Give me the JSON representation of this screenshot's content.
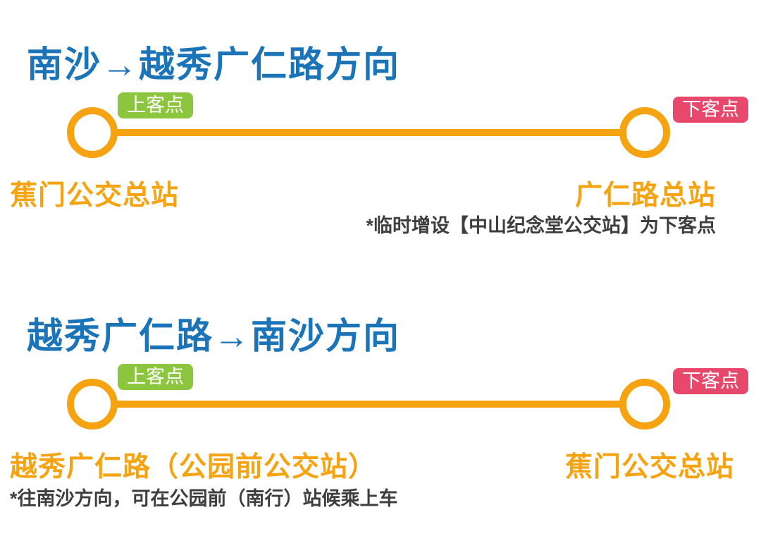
{
  "page": {
    "background": "#FFFFFF"
  },
  "colors": {
    "title_blue": "#1B74B8",
    "route_orange": "#F5A310",
    "boarding_green": "#8CC63F",
    "alighting_pink": "#E8486B",
    "note_gray": "#3E3E3E"
  },
  "sections": [
    {
      "title": "南沙→越秀广仁路方向",
      "boarding_badge": "上客点",
      "alighting_badge": "下客点",
      "start_station": "蕉门公交总站",
      "end_station": "广仁路总站",
      "note": "*临时增设【中山纪念堂公交站】为下客点"
    },
    {
      "title": "越秀广仁路→南沙方向",
      "boarding_badge": "上客点",
      "alighting_badge": "下客点",
      "start_station": "越秀广仁路（公园前公交站）",
      "end_station": "蕉门公交总站",
      "note": "*往南沙方向，可在公园前（南行）站候乘上车"
    }
  ]
}
